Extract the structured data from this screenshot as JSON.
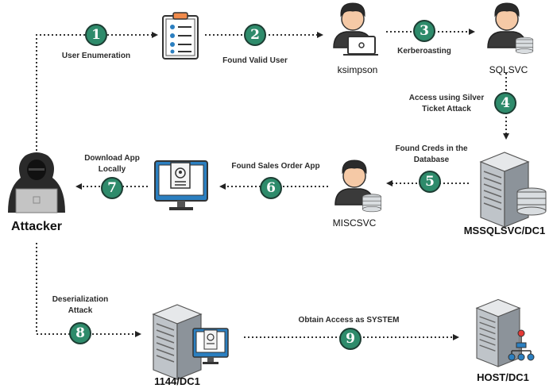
{
  "nodes": {
    "attacker": "Attacker",
    "ksimpson": "ksimpson",
    "sqlsvc": "SQLSVC",
    "mssqlsvc": "MSSQLSVC/DC1",
    "miscsvc": "MISCSVC",
    "server_1144": "1144/DC1",
    "host_dc1": "HOST/DC1"
  },
  "steps": [
    {
      "number": "1",
      "label": "User Enumeration"
    },
    {
      "number": "2",
      "label": "Found Valid User"
    },
    {
      "number": "3",
      "label": "Kerberoasting"
    },
    {
      "number": "4",
      "label": "Access using Silver Ticket Attack"
    },
    {
      "number": "5",
      "label": "Found Creds in the Database"
    },
    {
      "number": "6",
      "label": "Found Sales Order App"
    },
    {
      "number": "7",
      "label": "Download App Locally"
    },
    {
      "number": "8",
      "label": "Deserialization Attack"
    },
    {
      "number": "9",
      "label": "Obtain Access as SYSTEM"
    }
  ],
  "colors": {
    "step_badge": "#2e8b6b",
    "accent_blue": "#2b7fc0",
    "server_gray": "#9aa0a6",
    "line": "#333333"
  }
}
